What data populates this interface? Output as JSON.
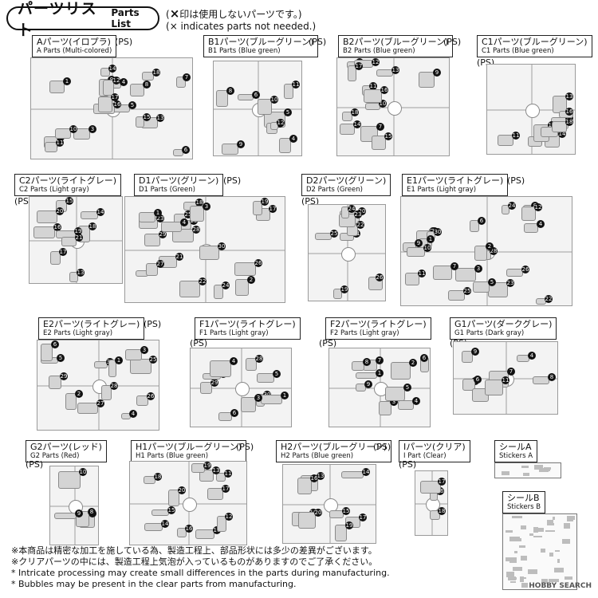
{
  "header": {
    "title_jp": "パーツリスト",
    "title_en": "Parts List",
    "note_jp": "印は使用しないパーツです。",
    "note_en": "× indicates parts not needed.",
    "note_mark": "×"
  },
  "ps_label": "(PS)",
  "runners": {
    "A": {
      "jp": "Aパーツ(イロプラ)",
      "en": "A Parts (Multi-colored)"
    },
    "B1": {
      "jp": "B1パーツ(ブルーグリーン)",
      "en": "B1 Parts (Blue green)"
    },
    "B2": {
      "jp": "B2パーツ(ブルーグリーン)",
      "en": "B2 Parts (Blue green)"
    },
    "C1": {
      "jp": "C1パーツ(ブルーグリーン)",
      "en": "C1 Parts (Blue green)"
    },
    "C2": {
      "jp": "C2パーツ(ライトグレー)",
      "en": "C2 Parts (Light gray)"
    },
    "D1": {
      "jp": "D1パーツ(グリーン)",
      "en": "D1 Parts (Green)"
    },
    "D2": {
      "jp": "D2パーツ(グリーン)",
      "en": "D2 Parts (Green)"
    },
    "E1": {
      "jp": "E1パーツ(ライトグレー)",
      "en": "E1 Parts (Light gray)"
    },
    "E2": {
      "jp": "E2パーツ(ライトグレー)",
      "en": "E2 Parts (Light gray)"
    },
    "F1": {
      "jp": "F1パーツ(ライトグレー)",
      "en": "F1 Parts (Light gray)"
    },
    "F2": {
      "jp": "F2パーツ(ライトグレー)",
      "en": "F2 Parts (Light gray)"
    },
    "G1": {
      "jp": "G1パーツ(ダークグレー)",
      "en": "G1 Parts (Dark gray)"
    },
    "G2": {
      "jp": "G2パーツ(レッド)",
      "en": "G2 Parts (Red)"
    },
    "H1": {
      "jp": "H1パーツ(ブルーグリーン)",
      "en": "H1 Parts (Blue green)"
    },
    "H2": {
      "jp": "H2パーツ(ブルーグリーン)",
      "en": "H2 Parts (Blue green)"
    },
    "I": {
      "jp": "Iパーツ(クリア)",
      "en": "I Part (Clear)"
    }
  },
  "stickers": {
    "A": {
      "jp": "シールA",
      "en": "Stickers A"
    },
    "B": {
      "jp": "シールB",
      "en": "Stickers B"
    }
  },
  "part_numbers": [
    "1",
    "2",
    "3",
    "4",
    "5",
    "6",
    "7",
    "8",
    "9",
    "10",
    "11",
    "12",
    "13",
    "14",
    "15",
    "16",
    "17",
    "18",
    "19",
    "20",
    "21",
    "22",
    "23",
    "24",
    "25",
    "26",
    "27",
    "28",
    "29",
    "30"
  ],
  "notes": [
    "※本商品は精密な加工を施している為、製造工程上、部品形状には多少の差異がございます。",
    "※クリアパーツの中には、製造工程上気泡が入っているものがありますのでご了承ください。",
    "* Intricate processing may create small differences in the parts during manufacturing.",
    "* Bubbles may be present in the clear parts from manufacturing."
  ],
  "watermark": "HOBBY SEARCH"
}
